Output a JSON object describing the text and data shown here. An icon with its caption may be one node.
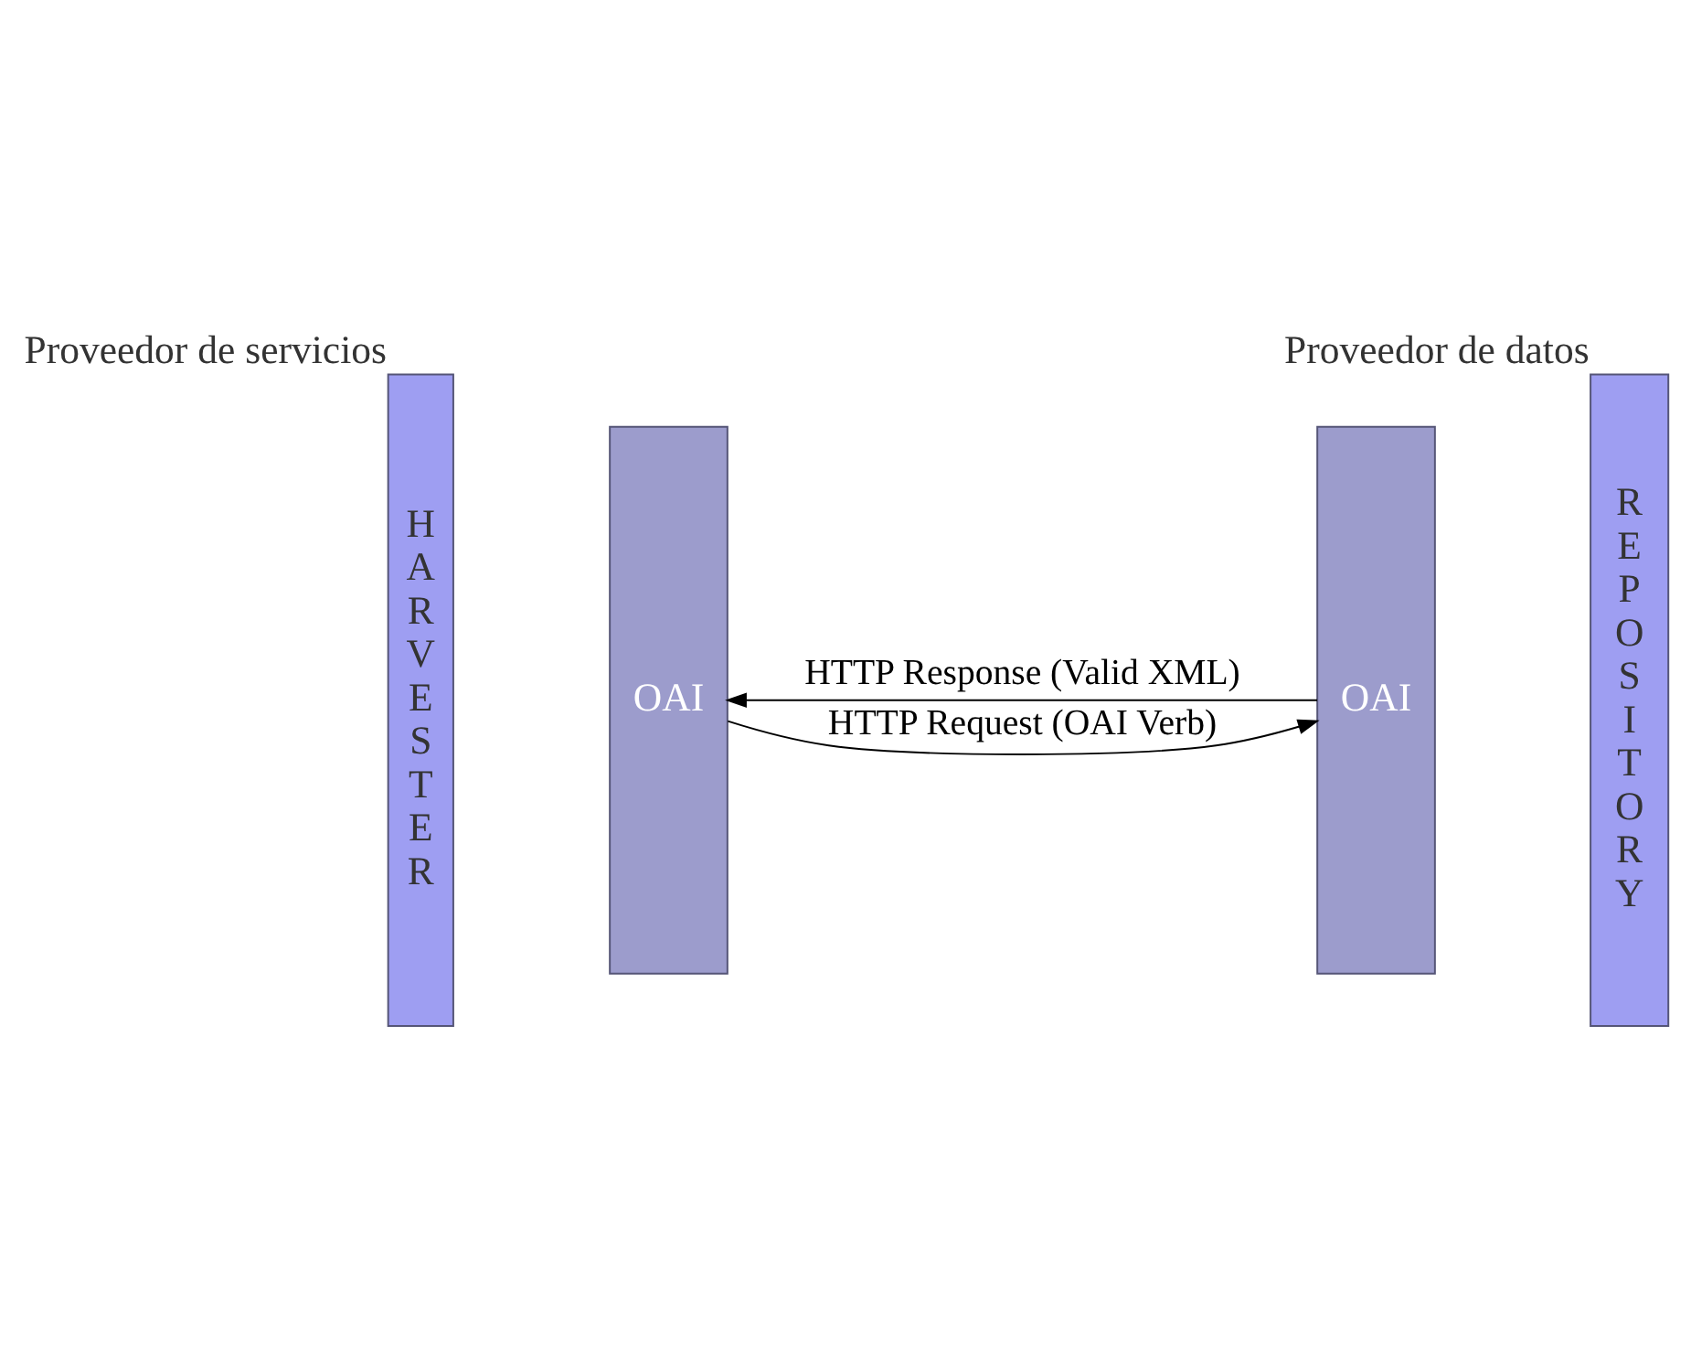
{
  "diagram": {
    "nodes": [
      {
        "text": [
          "HARVESTER"
        ],
        "beside": [
          "Proveedor de servicios"
        ]
      },
      {
        "text": [
          "OAI"
        ]
      },
      {
        "text": [
          "OAI"
        ]
      },
      {
        "text": [
          "REPOSITORY"
        ],
        "beside": [
          "Proveedor de datos"
        ]
      }
    ],
    "edges": [
      {
        "from": 1,
        "to": 2,
        "arrow": "to",
        "label": "HTTP Request (OAI Verb)"
      },
      {
        "from": 2,
        "to": 1,
        "arrow": "to",
        "label": "HTTP Response (Valid XML)"
      }
    ]
  }
}
